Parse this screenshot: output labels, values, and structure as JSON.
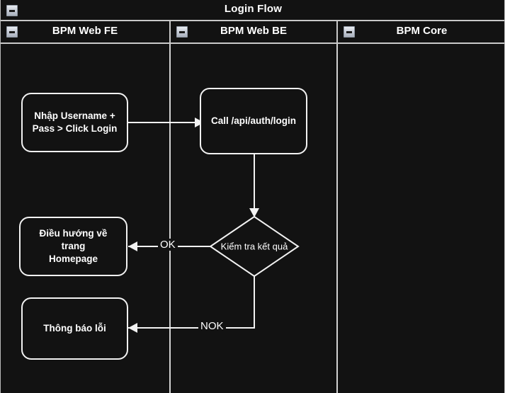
{
  "diagram": {
    "title": "Login Flow",
    "collapse_icon": "minus-box-icon",
    "background_color": "#121212",
    "stroke_color": "#f2f2f2",
    "text_color": "#ffffff"
  },
  "lanes": [
    {
      "label": "BPM Web FE",
      "collapse_icon": "minus-box-icon"
    },
    {
      "label": "BPM Web BE",
      "collapse_icon": "minus-box-icon"
    },
    {
      "label": "BPM Core",
      "collapse_icon": "minus-box-icon"
    }
  ],
  "nodes": [
    {
      "id": "input-credentials",
      "lane": "BPM Web FE",
      "shape": "rounded-rect",
      "label": "Nhập Username +\nPass > Click Login"
    },
    {
      "id": "call-login-api",
      "lane": "BPM Web BE",
      "shape": "rounded-rect",
      "label": "Call /api/auth/login"
    },
    {
      "id": "check-result",
      "lane": "BPM Web BE",
      "shape": "diamond",
      "label": "Kiểm tra kết quả"
    },
    {
      "id": "go-homepage",
      "lane": "BPM Web FE",
      "shape": "rounded-rect",
      "label": "Điều hướng về trang\nHomepage"
    },
    {
      "id": "show-error",
      "lane": "BPM Web FE",
      "shape": "rounded-rect",
      "label": "Thông báo lỗi"
    }
  ],
  "edges": [
    {
      "from": "input-credentials",
      "to": "call-login-api",
      "label": ""
    },
    {
      "from": "call-login-api",
      "to": "check-result",
      "label": ""
    },
    {
      "from": "check-result",
      "to": "go-homepage",
      "label": "OK"
    },
    {
      "from": "check-result",
      "to": "show-error",
      "label": "NOK"
    }
  ],
  "edge_labels": {
    "ok": "OK",
    "nok": "NOK"
  },
  "node_text": {
    "input_line1": "Nhập Username +",
    "input_line2": "Pass > Click Login",
    "call_api": "Call /api/auth/login",
    "decision": "Kiểm tra kết quả",
    "homepage_line1": "Điều hướng về trang",
    "homepage_line2": "Homepage",
    "error": "Thông báo lỗi"
  }
}
